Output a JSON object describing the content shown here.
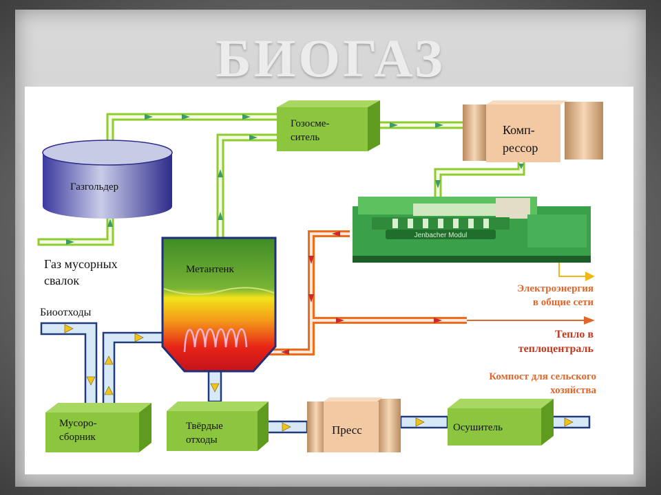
{
  "title": "БИОГАЗ",
  "nodes": {
    "gasholder": "Газгольдер",
    "gas_mixer": [
      "Гозосме-",
      "ситель"
    ],
    "compressor": [
      "Комп-",
      "рессор"
    ],
    "engine_badge": "Jenbacher Modul",
    "landfill_gas": [
      "Газ мусорных",
      "свалок"
    ],
    "digester": "Метантенк",
    "biowaste": "Биоотходы",
    "collector": [
      "Мусоро-",
      "сборник"
    ],
    "solid_waste": [
      "Твёрдые",
      "отходы"
    ],
    "press": "Пресс",
    "dryer": "Осушитель"
  },
  "outputs": {
    "electricity": [
      "Электроэнергия",
      "в общие сети"
    ],
    "heat": [
      "Тепло в",
      "теплоцентраль"
    ],
    "compost": [
      "Компост для сельского",
      "хозяйства"
    ]
  },
  "colors": {
    "gas_pipe": "#9fd43a",
    "heat_pipe": "#f06a1c",
    "waste_pipe": "#cfe3f5",
    "box_green": "#8cc63f",
    "box_tan": "#f2c9a3",
    "arrow": "#4da36b"
  }
}
